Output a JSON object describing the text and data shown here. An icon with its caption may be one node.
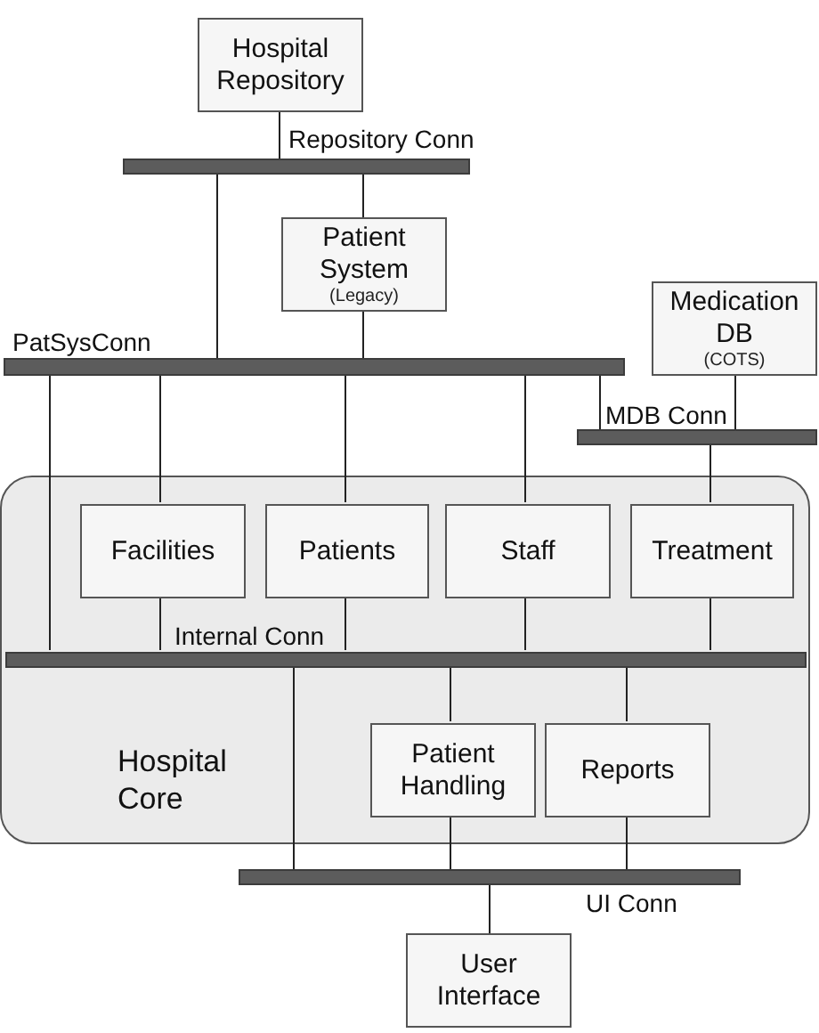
{
  "diagram": {
    "nodes": [
      {
        "text": [
          "Hospital Repository"
        ]
      },
      {
        "text": [],
        "shape": "bar",
        "beside": [
          "Repository Conn"
        ]
      },
      {
        "text": [
          "Patient System",
          "(Legacy)"
        ]
      },
      {
        "text": [
          "Medication DB",
          "(COTS)"
        ]
      },
      {
        "text": [],
        "shape": "bar",
        "beside": [
          "PatSysConn"
        ]
      },
      {
        "text": [],
        "shape": "bar",
        "beside": [
          "MDB Conn"
        ]
      },
      {
        "text": [
          "Hospital Core"
        ]
      },
      {
        "text": [
          "Facilities"
        ],
        "in": 6
      },
      {
        "text": [
          "Patients"
        ],
        "in": 6
      },
      {
        "text": [
          "Staff"
        ],
        "in": 6
      },
      {
        "text": [
          "Treatment"
        ],
        "in": 6
      },
      {
        "text": [],
        "shape": "bar",
        "beside": [
          "Internal Conn"
        ],
        "in": 6
      },
      {
        "text": [
          "Patient Handling"
        ],
        "in": 6
      },
      {
        "text": [
          "Reports"
        ],
        "in": 6
      },
      {
        "text": [],
        "shape": "bar",
        "beside": [
          "UI Conn"
        ]
      },
      {
        "text": [
          "User Interface"
        ]
      }
    ],
    "edges": [
      {
        "from": 0,
        "to": 1,
        "arrow": "none"
      },
      {
        "from": 1,
        "to": 4,
        "arrow": "none"
      },
      {
        "from": 1,
        "to": 2,
        "arrow": "none"
      },
      {
        "from": 2,
        "to": 4,
        "arrow": "none"
      },
      {
        "from": 3,
        "to": 5,
        "arrow": "none"
      },
      {
        "from": 4,
        "to": 5,
        "arrow": "none"
      },
      {
        "from": 4,
        "to": 11,
        "arrow": "none"
      },
      {
        "from": 4,
        "to": 7,
        "arrow": "none"
      },
      {
        "from": 4,
        "to": 8,
        "arrow": "none"
      },
      {
        "from": 4,
        "to": 9,
        "arrow": "none"
      },
      {
        "from": 5,
        "to": 10,
        "arrow": "none"
      },
      {
        "from": 7,
        "to": 11,
        "arrow": "none"
      },
      {
        "from": 8,
        "to": 11,
        "arrow": "none"
      },
      {
        "from": 9,
        "to": 11,
        "arrow": "none"
      },
      {
        "from": 10,
        "to": 11,
        "arrow": "none"
      },
      {
        "from": 11,
        "to": 14,
        "arrow": "none"
      },
      {
        "from": 11,
        "to": 12,
        "arrow": "none"
      },
      {
        "from": 11,
        "to": 13,
        "arrow": "none"
      },
      {
        "from": 12,
        "to": 14,
        "arrow": "none"
      },
      {
        "from": 13,
        "to": 14,
        "arrow": "none"
      },
      {
        "from": 14,
        "to": 15,
        "arrow": "none"
      }
    ]
  }
}
